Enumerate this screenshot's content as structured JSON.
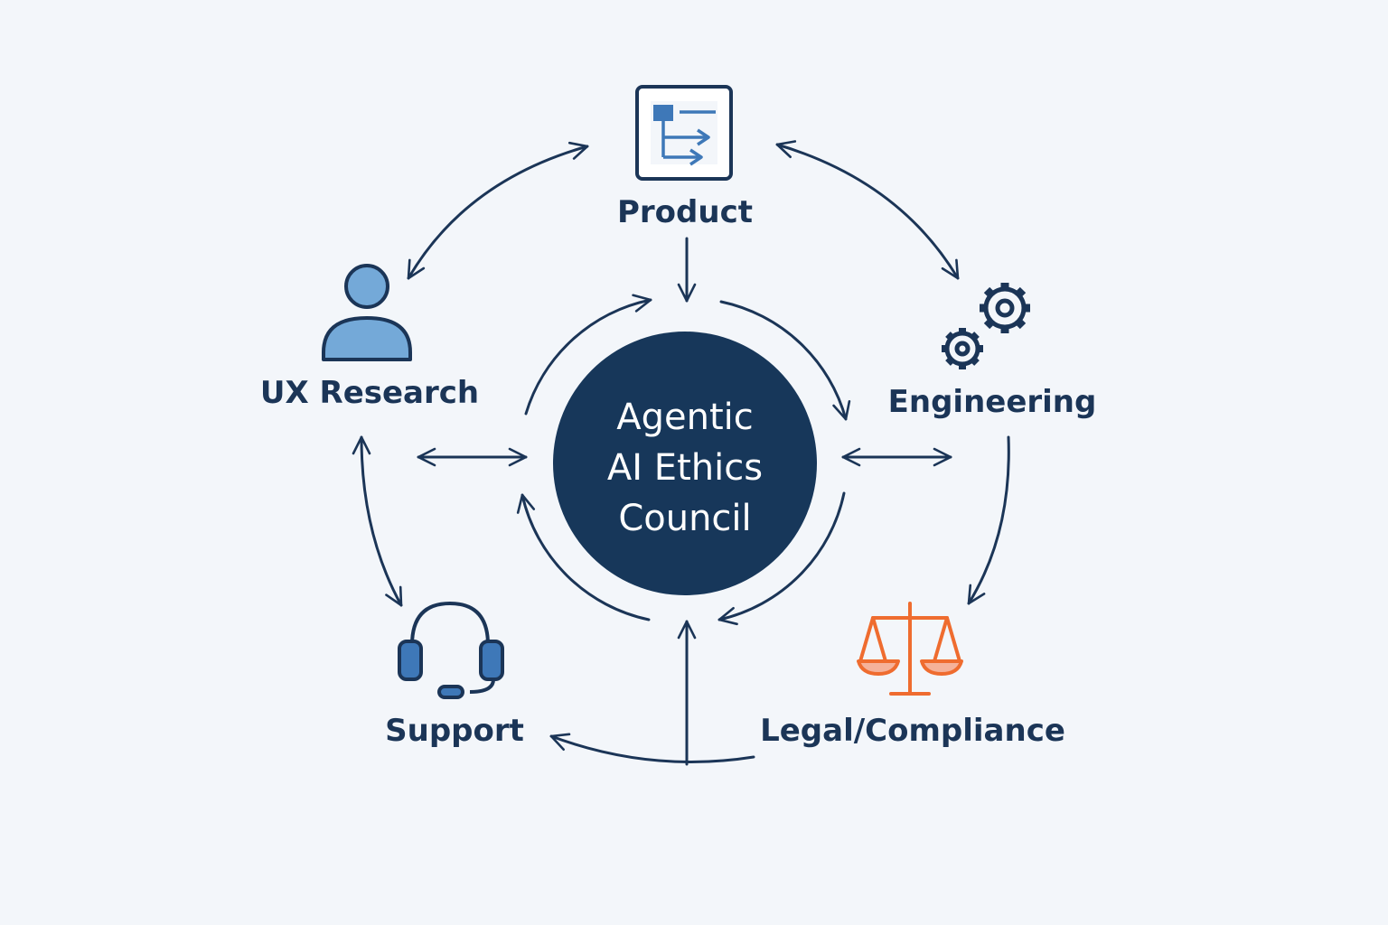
{
  "title": {
    "lines": [
      "Agentic",
      "AI Ethics",
      "Council"
    ]
  },
  "nodes": [
    {
      "id": "product",
      "label": "Product",
      "icon": "flowchart-icon"
    },
    {
      "id": "ux_research",
      "label": "UX Research",
      "icon": "user-icon"
    },
    {
      "id": "engineering",
      "label": "Engineering",
      "icon": "gears-icon"
    },
    {
      "id": "support",
      "label": "Support",
      "icon": "headset-icon"
    },
    {
      "id": "legal",
      "label": "Legal/Compliance",
      "icon": "scales-icon"
    }
  ],
  "colors": {
    "background": "#f3f6fa",
    "center_fill": "#17375a",
    "stroke": "#1b3557",
    "accent_blue": "#3e78b8",
    "light_blue": "#74a9d8",
    "orange": "#ef6c2f"
  }
}
